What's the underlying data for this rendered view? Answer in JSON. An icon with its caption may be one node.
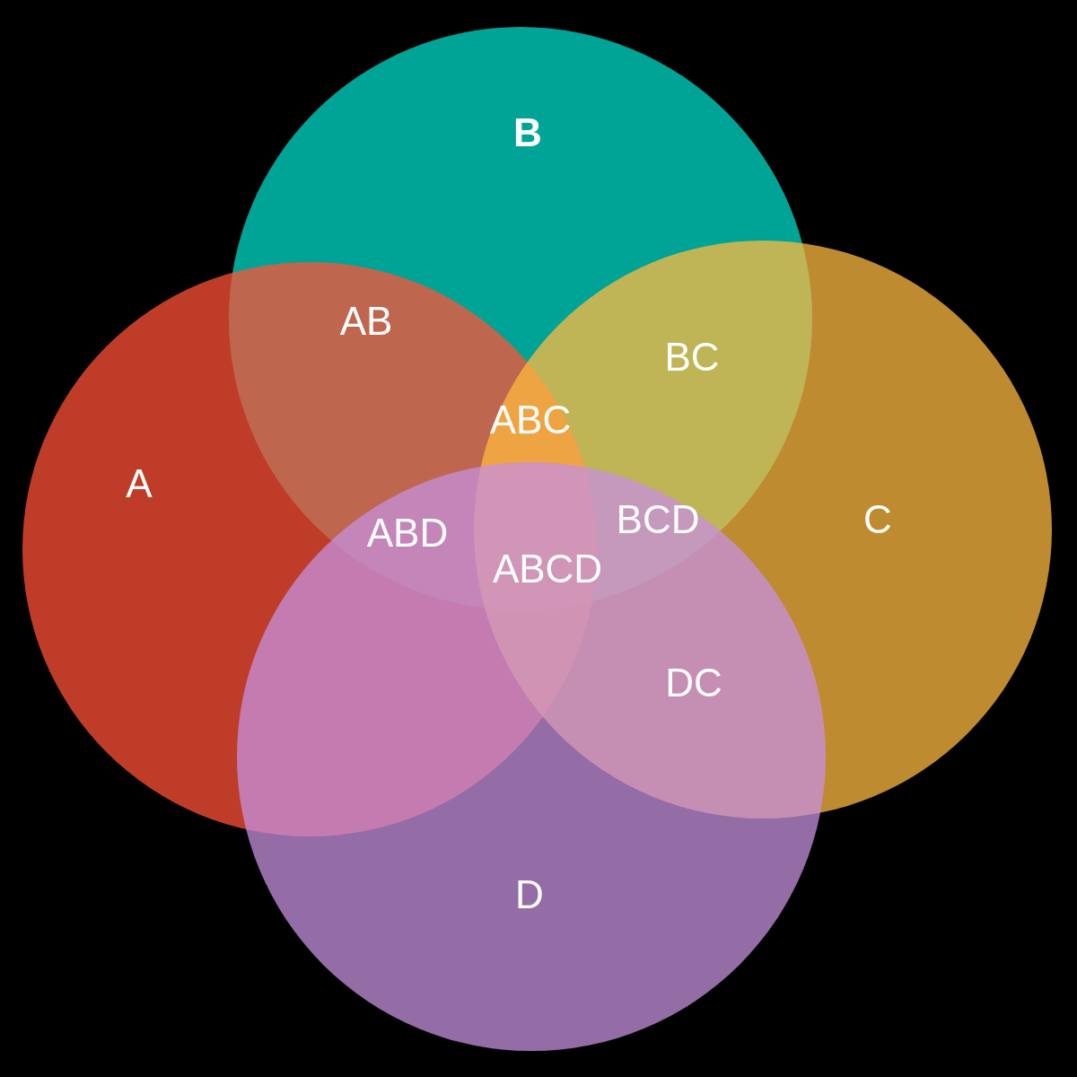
{
  "diagram": {
    "nodes": [
      {
        "text": [
          "B"
        ]
      },
      {
        "text": [
          "A"
        ]
      },
      {
        "text": [
          "C"
        ]
      },
      {
        "text": [
          "D"
        ]
      }
    ],
    "labels": [
      "AB",
      "BC",
      "ABC",
      "ABD",
      "BCD",
      "ABCD",
      "DC"
    ]
  }
}
